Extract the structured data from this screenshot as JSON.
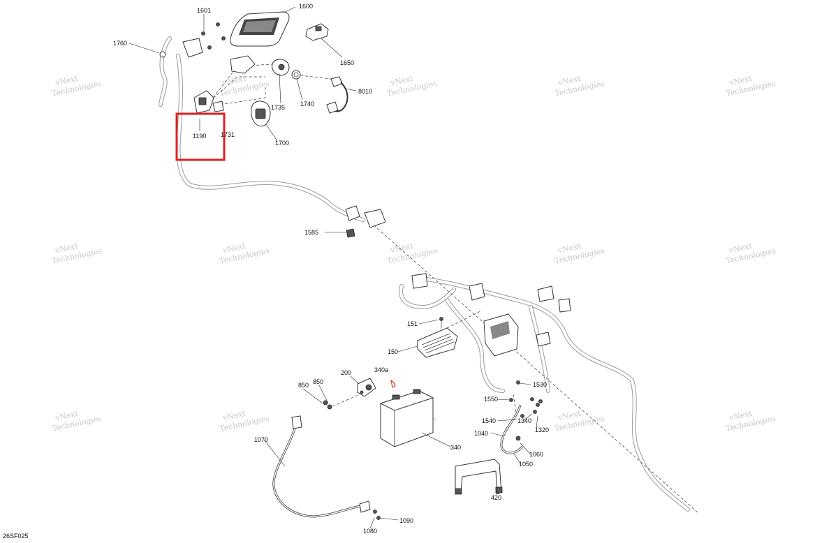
{
  "diagram_code": "26SF025",
  "watermark_text": [
    "vNext",
    "Technologies"
  ],
  "highlight_color": "#e02020",
  "watermark_color": "#c9c9c9",
  "part_labels": {
    "p1601": "1601",
    "p1600": "1600",
    "p1760": "1760",
    "p1650": "1650",
    "p8010": "8010",
    "p1740": "1740",
    "p1735": "1735",
    "p1700": "1700",
    "p1190": "1190",
    "p1731": "1731",
    "p1585": "1585",
    "p151": "151",
    "p150": "150",
    "p200": "200",
    "p340a": "340a",
    "p850a": "850",
    "p850b": "850",
    "p1530": "1530",
    "p1550": "1550",
    "p1540": "1540",
    "p1340": "1340",
    "p1320": "1320",
    "p1040": "1040",
    "p1060": "1060",
    "p1050": "1050",
    "p340": "340",
    "p1070": "1070",
    "p420": "420",
    "p1090": "1090",
    "p1080": "1080"
  }
}
